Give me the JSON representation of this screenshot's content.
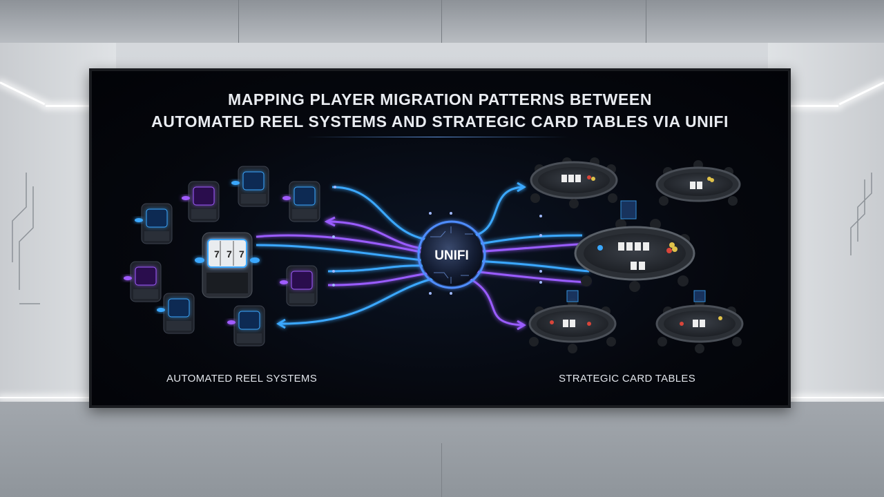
{
  "title_line1": "MAPPING PLAYER MIGRATION PATTERNS BETWEEN",
  "title_line2": "AUTOMATED REEL SYSTEMS AND STRATEGIC CARD TABLES VIA UNIFI",
  "hub": {
    "label": "UNIFI"
  },
  "left_label": "AUTOMATED REEL SYSTEMS",
  "right_label": "STRATEGIC CARD TABLES",
  "colors": {
    "blue_flow": "#3aa8ff",
    "purple_flow": "#9a5cff",
    "hub_glow": "#4f8dff"
  },
  "icons": {
    "reel": "slot-machine-icon",
    "table": "card-table-icon",
    "hub": "network-sphere-icon"
  },
  "reel_machines": [
    {
      "glow": "#3aa8ff",
      "featured": false
    },
    {
      "glow": "#a05cff",
      "featured": false
    },
    {
      "glow": "#3aa8ff",
      "featured": false
    },
    {
      "glow": "#a05cff",
      "featured": false
    },
    {
      "glow": "#3aa8ff",
      "featured": false
    },
    {
      "glow": "#a05cff",
      "featured": false
    },
    {
      "glow": "#3aa8ff",
      "featured": false
    },
    {
      "glow": "#a05cff",
      "featured": false
    },
    {
      "glow": "#3aa8ff",
      "featured": false
    },
    {
      "glow": "#3aa8ff",
      "featured": true
    }
  ],
  "card_tables": [
    {
      "size": "normal"
    },
    {
      "size": "normal"
    },
    {
      "size": "large"
    },
    {
      "size": "normal"
    },
    {
      "size": "normal"
    }
  ]
}
